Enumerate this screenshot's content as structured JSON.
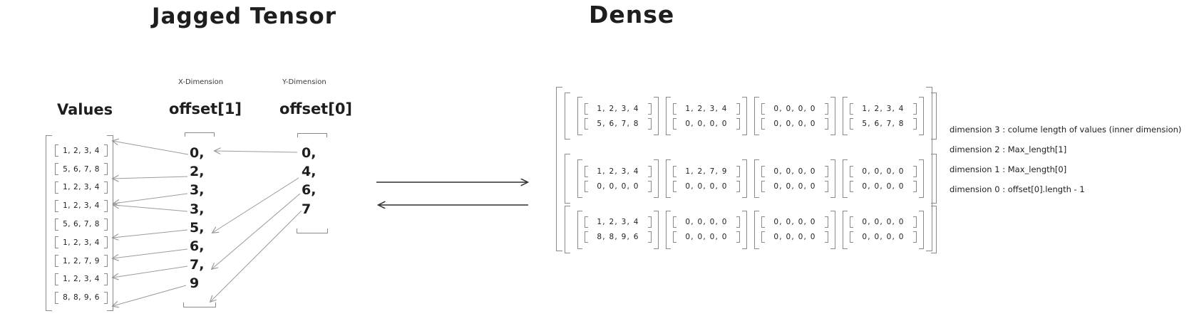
{
  "titles": {
    "jagged": "Jagged Tensor",
    "dense": "Dense"
  },
  "jagged": {
    "values_label": "Values",
    "x_dimension_label": "X-Dimension",
    "y_dimension_label": "Y-Dimension",
    "offset1_label": "offset[1]",
    "offset0_label": "offset[0]",
    "values": [
      [
        1,
        2,
        3,
        4
      ],
      [
        5,
        6,
        7,
        8
      ],
      [
        1,
        2,
        3,
        4
      ],
      [
        1,
        2,
        3,
        4
      ],
      [
        5,
        6,
        7,
        8
      ],
      [
        1,
        2,
        3,
        4
      ],
      [
        1,
        2,
        7,
        9
      ],
      [
        1,
        2,
        3,
        4
      ],
      [
        8,
        8,
        9,
        6
      ]
    ],
    "offset1": [
      "0,",
      "2,",
      "3,",
      "3,",
      "5,",
      "6,",
      "7,",
      "9"
    ],
    "offset0": [
      "0,",
      "4,",
      "6,",
      "7"
    ]
  },
  "dense": {
    "rows": [
      {
        "m": [
          [
            [
              1,
              2,
              3,
              4
            ],
            [
              5,
              6,
              7,
              8
            ]
          ],
          [
            [
              1,
              2,
              3,
              4
            ],
            [
              0,
              0,
              0,
              0
            ]
          ],
          [
            [
              0,
              0,
              0,
              0
            ],
            [
              0,
              0,
              0,
              0
            ]
          ],
          [
            [
              1,
              2,
              3,
              4
            ],
            [
              5,
              6,
              7,
              8
            ]
          ]
        ]
      },
      {
        "m": [
          [
            [
              1,
              2,
              3,
              4
            ],
            [
              0,
              0,
              0,
              0
            ]
          ],
          [
            [
              1,
              2,
              7,
              9
            ],
            [
              0,
              0,
              0,
              0
            ]
          ],
          [
            [
              0,
              0,
              0,
              0
            ],
            [
              0,
              0,
              0,
              0
            ]
          ],
          [
            [
              0,
              0,
              0,
              0
            ],
            [
              0,
              0,
              0,
              0
            ]
          ]
        ]
      },
      {
        "m": [
          [
            [
              1,
              2,
              3,
              4
            ],
            [
              8,
              8,
              9,
              6
            ]
          ],
          [
            [
              0,
              0,
              0,
              0
            ],
            [
              0,
              0,
              0,
              0
            ]
          ],
          [
            [
              0,
              0,
              0,
              0
            ],
            [
              0,
              0,
              0,
              0
            ]
          ],
          [
            [
              0,
              0,
              0,
              0
            ],
            [
              0,
              0,
              0,
              0
            ]
          ]
        ]
      }
    ]
  },
  "notes": [
    "dimension 3 : colume length of values (inner dimension)",
    "dimension 2 : Max_length[1]",
    "dimension 1 : Max_length[0]",
    "dimension 0 : offset[0].length - 1"
  ],
  "colors": {
    "ink": "#1e1e1e",
    "bracket": "#8a8a8a",
    "arrow": "#9b9b9b",
    "arrow_dark": "#2f2f2f"
  }
}
